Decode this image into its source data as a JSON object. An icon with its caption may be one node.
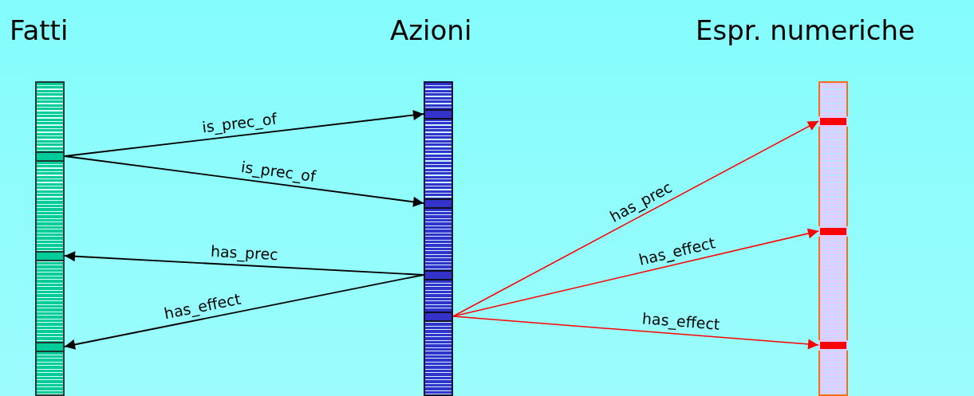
{
  "diagram": {
    "nodes": [
      {
        "text": [
          "Fatti"
        ]
      },
      {
        "text": [],
        "shape": "box",
        "in": 0
      },
      {
        "text": [],
        "shape": "box",
        "in": 0
      },
      {
        "text": [],
        "shape": "box",
        "in": 0
      },
      {
        "text": [
          "Azioni"
        ]
      },
      {
        "text": [],
        "shape": "box",
        "in": 4
      },
      {
        "text": [],
        "shape": "box",
        "in": 4
      },
      {
        "text": [],
        "shape": "box",
        "in": 4
      },
      {
        "text": [],
        "shape": "box",
        "in": 4
      },
      {
        "text": [
          "Espr. numeriche"
        ]
      },
      {
        "text": [],
        "shape": "box",
        "in": 9
      },
      {
        "text": [],
        "shape": "box",
        "in": 9
      },
      {
        "text": [],
        "shape": "box",
        "in": 9
      }
    ],
    "edges": [
      {
        "from": 1,
        "to": 5,
        "arrow": "to",
        "label": "is_prec_of"
      },
      {
        "from": 1,
        "to": 6,
        "arrow": "to",
        "label": "is_prec_of"
      },
      {
        "from": 7,
        "to": 2,
        "arrow": "to",
        "label": "has_prec"
      },
      {
        "from": 7,
        "to": 3,
        "arrow": "to",
        "label": "has_effect"
      },
      {
        "from": 8,
        "to": 10,
        "arrow": "to",
        "label": "has_prec",
        "color": "#ff0000"
      },
      {
        "from": 8,
        "to": 11,
        "arrow": "to",
        "label": "has_effect",
        "color": "#ff0000"
      },
      {
        "from": 8,
        "to": 12,
        "arrow": "to",
        "label": "has_effect",
        "color": "#ff0000"
      }
    ]
  }
}
